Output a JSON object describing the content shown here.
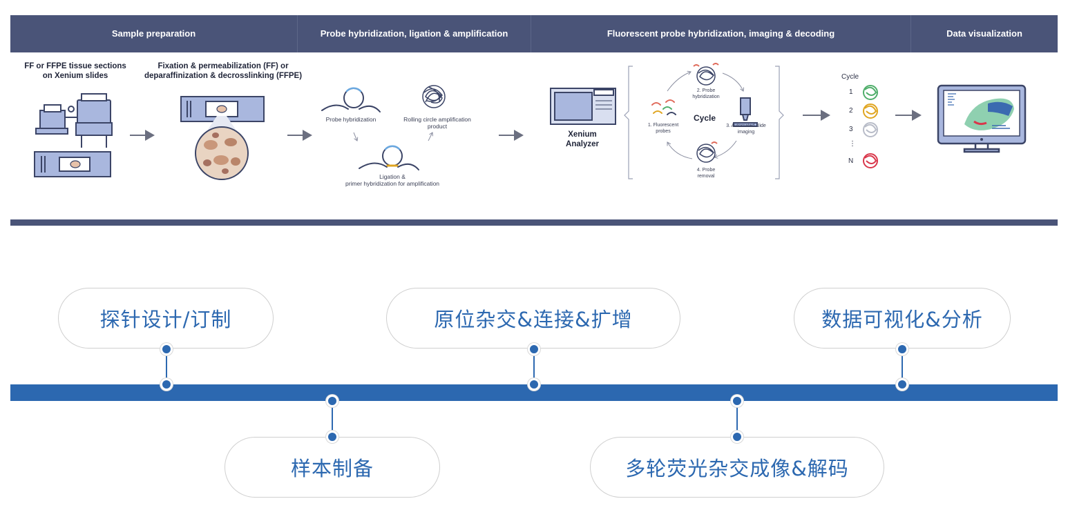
{
  "header": {
    "sections": [
      "Sample preparation",
      "Probe hybridization, ligation & amplification",
      "Fluorescent probe hybridization, imaging & decoding",
      "Data visualization"
    ]
  },
  "sample_prep": {
    "caption1_line1": "FF or FFPE tissue sections",
    "caption1_line2": "on Xenium slides",
    "caption2_line1": "Fixation & permeabilization (FF) or",
    "caption2_line2": "deparaffinization & decrosslinking (FFPE)"
  },
  "probe": {
    "hybridization": "Probe hybridization",
    "rca_line1": "Rolling circle amplification",
    "rca_line2": "product",
    "ligation_line1": "Ligation &",
    "ligation_line2": "primer hybridization for amplification"
  },
  "fluor": {
    "analyzer_line1": "Xenium",
    "analyzer_line2": "Analyzer",
    "cycle": "Cycle",
    "step1_line1": "1. Fluorescent",
    "step1_line2": "probes",
    "step2_line1": "2. Probe",
    "step2_line2": "hybridization",
    "step3_line1": "3. Automated slide",
    "step3_line2": "imaging",
    "step4_line1": "4. Probe",
    "step4_line2": "removal"
  },
  "decode": {
    "title": "Cycle",
    "rows": [
      "1",
      "2",
      "3",
      "⋮",
      "N"
    ]
  },
  "timeline": {
    "top_steps": [
      "探针设计/订制",
      "原位杂交&连接&扩增",
      "数据可视化&分析"
    ],
    "bottom_steps": [
      "样本制备",
      "多轮荧光杂交成像&解码"
    ]
  },
  "colors": {
    "header_bg": "#4a5478",
    "timeline_blue": "#2c68b0",
    "illustration_fill": "#a9b7de",
    "illustration_stroke": "#3b4466"
  }
}
